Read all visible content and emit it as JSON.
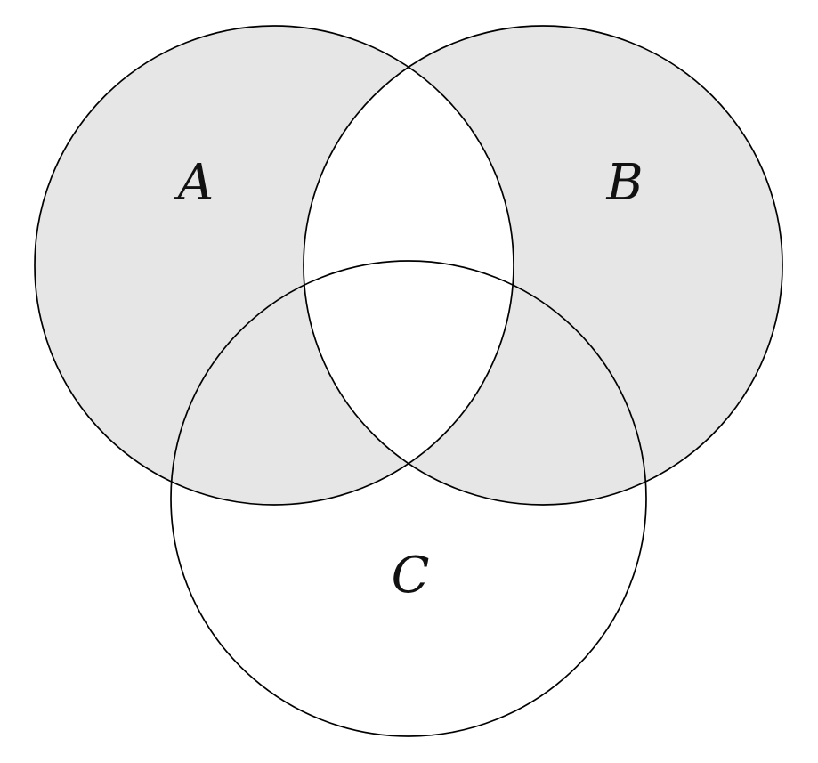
{
  "diagram": {
    "type": "venn",
    "description": "Three-circle Venn diagram; shaded region is the symmetric difference of A and B (parts of A or B not in both), including where those parts overlap C; the A-and-B overlap lens, the triple-overlap center, and the C-only region are unshaded",
    "sets": [
      {
        "label": "A",
        "position": "top-left"
      },
      {
        "label": "B",
        "position": "top-right"
      },
      {
        "label": "C",
        "position": "bottom-center"
      }
    ],
    "labels": {
      "a": "A",
      "b": "B",
      "c": "C"
    },
    "shaded_region": "(A ∪ B) − (A ∩ B)",
    "colors": {
      "shade": "#e6e6e6",
      "stroke": "#000000",
      "background": "#ffffff"
    }
  }
}
